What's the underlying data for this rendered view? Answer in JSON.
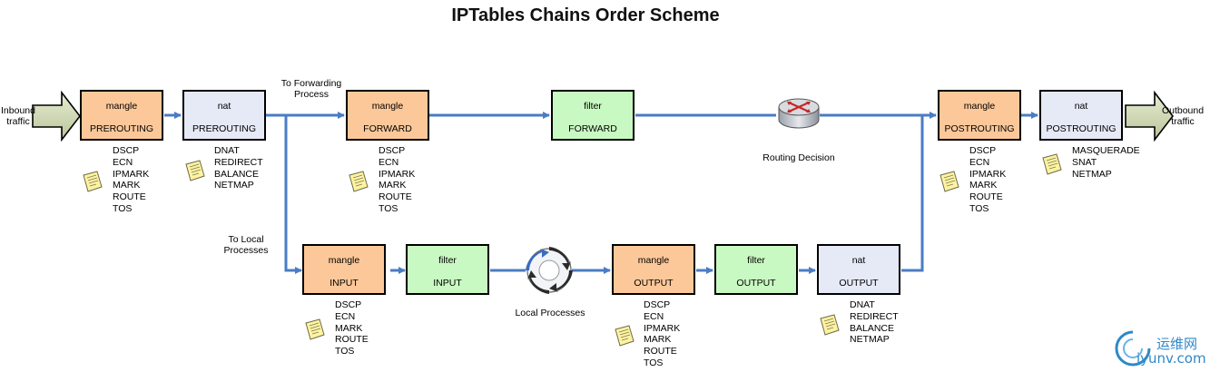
{
  "title": "IPTables Chains Order Scheme",
  "inbound_label": "Inbound traffic",
  "outbound_label": "Outbound traffic",
  "to_forwarding_label": "To Forwarding Process",
  "to_local_label": "To Local Processes",
  "routing_decision_label": "Routing Decision",
  "local_processes_label": "Local Processes",
  "boxes": {
    "mangle_prerouting": {
      "table": "mangle",
      "chain": "PREROUTING"
    },
    "nat_prerouting": {
      "table": "nat",
      "chain": "PREROUTING"
    },
    "mangle_forward": {
      "table": "mangle",
      "chain": "FORWARD"
    },
    "filter_forward": {
      "table": "filter",
      "chain": "FORWARD"
    },
    "mangle_postrouting": {
      "table": "mangle",
      "chain": "POSTROUTING"
    },
    "nat_postrouting": {
      "table": "nat",
      "chain": "POSTROUTING"
    },
    "mangle_input": {
      "table": "mangle",
      "chain": "INPUT"
    },
    "filter_input": {
      "table": "filter",
      "chain": "INPUT"
    },
    "mangle_output": {
      "table": "mangle",
      "chain": "OUTPUT"
    },
    "filter_output": {
      "table": "filter",
      "chain": "OUTPUT"
    },
    "nat_output": {
      "table": "nat",
      "chain": "OUTPUT"
    }
  },
  "targets": {
    "mangle_prerouting": [
      "DSCP",
      "ECN",
      "IPMARK",
      "MARK",
      "ROUTE",
      "TOS"
    ],
    "nat_prerouting": [
      "DNAT",
      "REDIRECT",
      "BALANCE",
      "NETMAP"
    ],
    "mangle_forward": [
      "DSCP",
      "ECN",
      "IPMARK",
      "MARK",
      "ROUTE",
      "TOS"
    ],
    "mangle_postrouting": [
      "DSCP",
      "ECN",
      "IPMARK",
      "MARK",
      "ROUTE",
      "TOS"
    ],
    "nat_postrouting": [
      "MASQUERADE",
      "SNAT",
      "NETMAP"
    ],
    "mangle_input": [
      "DSCP",
      "ECN",
      "MARK",
      "ROUTE",
      "TOS"
    ],
    "mangle_output": [
      "DSCP",
      "ECN",
      "IPMARK",
      "MARK",
      "ROUTE",
      "TOS"
    ],
    "nat_output": [
      "DNAT",
      "REDIRECT",
      "BALANCE",
      "NETMAP"
    ]
  },
  "watermark": {
    "chinese": "运维网",
    "domain": "iyunv.com"
  },
  "colors": {
    "mangle": "#fcc899",
    "filter": "#c9f9c2",
    "nat": "#e6e9f6",
    "line": "#4a7cc4",
    "note": "#fff3a0"
  },
  "icons": {
    "note": "sticky-note-icon",
    "router": "router-icon",
    "process": "process-cycle-icon",
    "arrow": "big-arrow-icon"
  }
}
